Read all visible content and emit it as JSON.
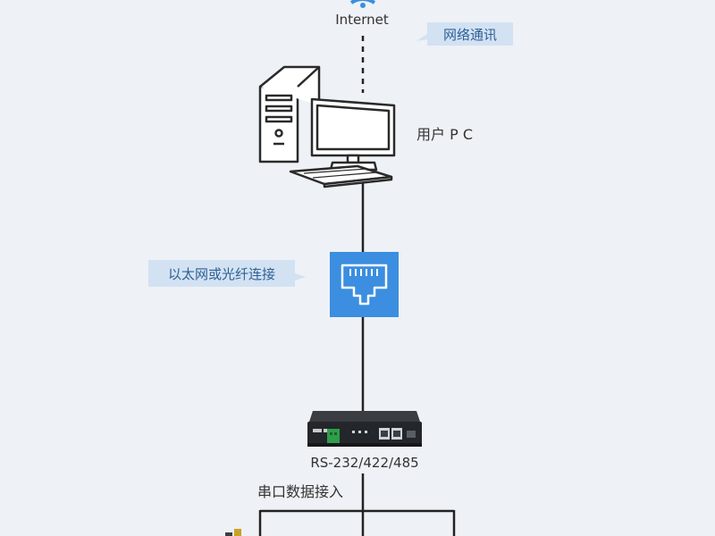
{
  "nodes": {
    "internet": {
      "label": "Internet"
    },
    "pc": {
      "label": "用户 P C"
    },
    "device": {
      "label": "RS-232/422/485"
    }
  },
  "callouts": {
    "network": "网络通讯",
    "ethernet": "以太网或光纤连接",
    "serial": "串口数据接入"
  },
  "colors": {
    "background": "#eef1f5",
    "line": "#222222",
    "tag_fill": "#d2e2f3",
    "tag_text": "#2f5f94",
    "port_icon": "#3b8ee0"
  },
  "icons": {
    "internet": "wifi-signal-icon",
    "pc": "desktop-computer-icon",
    "port": "ethernet-port-icon",
    "device": "serial-server-device-icon"
  }
}
